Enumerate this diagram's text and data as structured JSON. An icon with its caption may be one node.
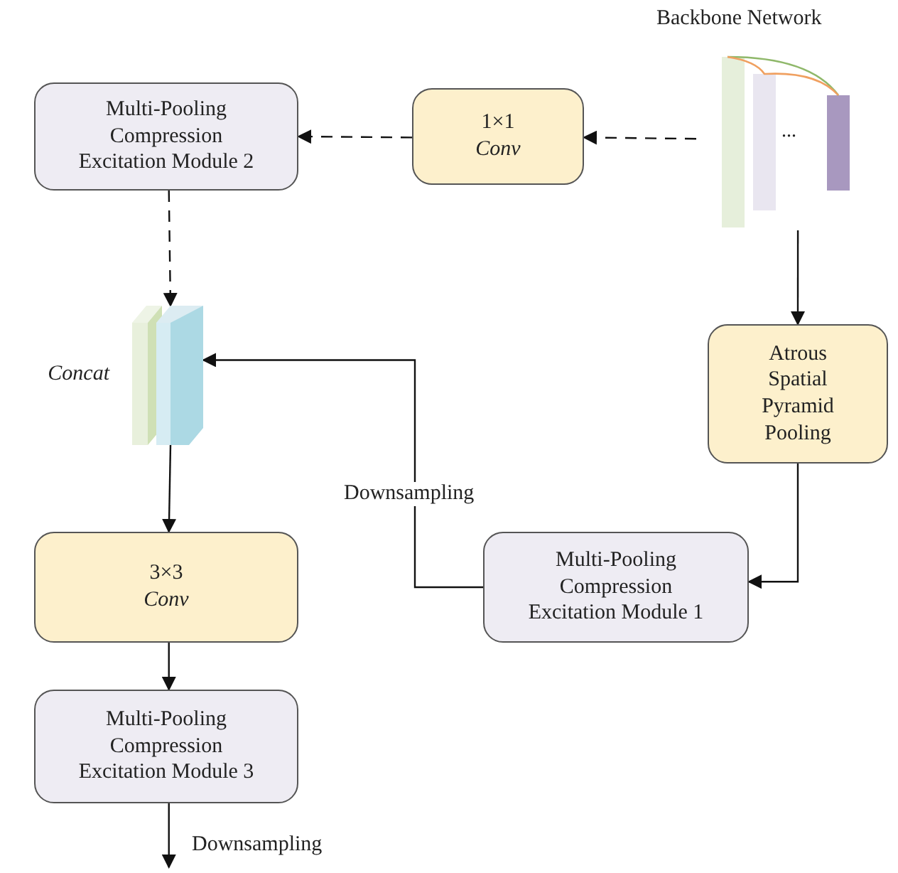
{
  "diagram": {
    "nodes": [
      {
        "text": [
          "Backbone Network",
          "..."
        ]
      },
      {
        "text": [
          "1×1",
          "Conv"
        ]
      },
      {
        "text": [
          "Multi-Pooling Compression Excitation Module 2"
        ]
      },
      {
        "text": [],
        "shape": "picture",
        "beside": [
          "Concat"
        ]
      },
      {
        "text": [
          "Atrous Spatial Pyramid Pooling"
        ]
      },
      {
        "text": [
          "Multi-Pooling Compression Excitation Module 1"
        ]
      },
      {
        "text": [
          "3×3",
          "Conv"
        ]
      },
      {
        "text": [
          "Multi-Pooling Compression Excitation Module 3"
        ]
      }
    ],
    "edges": [
      {
        "from": 0,
        "to": 1,
        "arrow": "to",
        "style": "dashed"
      },
      {
        "from": 1,
        "to": 2,
        "arrow": "to",
        "style": "dashed"
      },
      {
        "from": 2,
        "to": 3,
        "arrow": "to",
        "style": "dashed"
      },
      {
        "from": 0,
        "to": 4,
        "arrow": "to"
      },
      {
        "from": 4,
        "to": 5,
        "arrow": "to"
      },
      {
        "from": 5,
        "to": 3,
        "arrow": "to",
        "label": "Downsampling"
      },
      {
        "from": 3,
        "to": 6,
        "arrow": "to"
      },
      {
        "from": 6,
        "to": 7,
        "arrow": "to"
      },
      {
        "from": 7,
        "to": null,
        "arrow": "to",
        "label": "Downsampling"
      }
    ]
  }
}
